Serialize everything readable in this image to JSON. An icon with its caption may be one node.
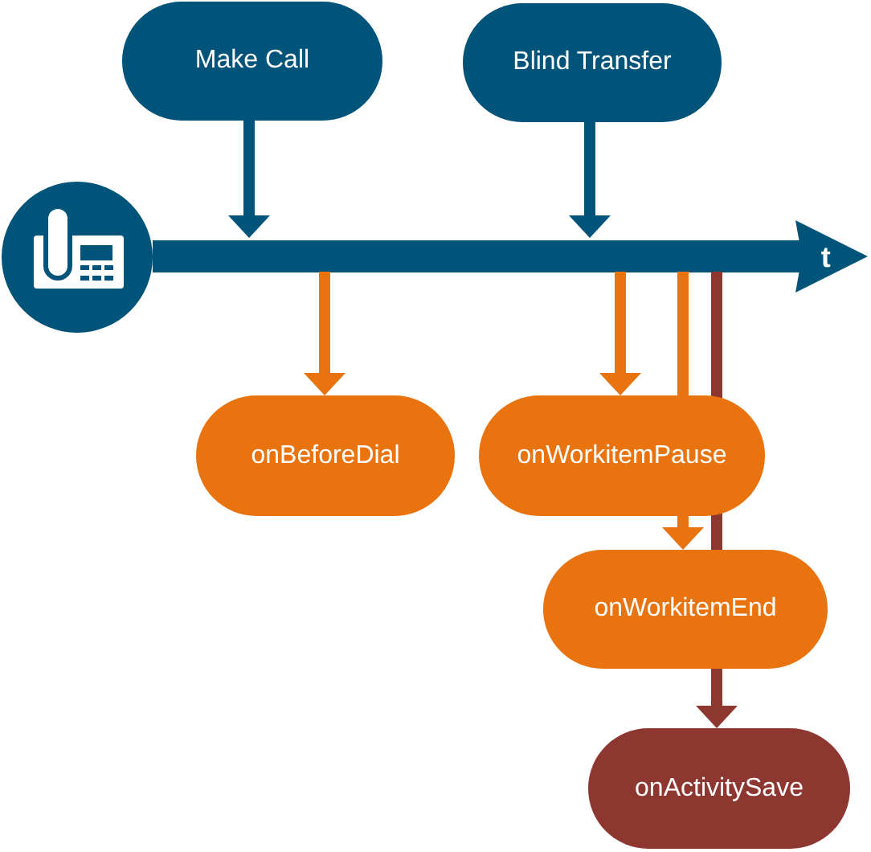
{
  "diagram": {
    "nodes": [
      {
        "text": [],
        "shape": "picture"
      },
      {
        "text": [
          "Make Call"
        ]
      },
      {
        "text": [
          "Blind Transfer"
        ]
      },
      {
        "text": [
          "onBeforeDial"
        ]
      },
      {
        "text": [
          "onWorkitemPause"
        ]
      },
      {
        "text": [
          "onWorkitemEnd"
        ]
      },
      {
        "text": [
          "onActivitySave"
        ]
      }
    ],
    "edges": [
      {
        "from": 0,
        "to": null,
        "arrow": "to",
        "label": "t",
        "style": "thick",
        "color": "#005479"
      },
      {
        "from": 1,
        "to": null,
        "arrow": "to",
        "color": "#005479"
      },
      {
        "from": 2,
        "to": null,
        "arrow": "to",
        "color": "#005479"
      },
      {
        "from": null,
        "to": 3,
        "arrow": "to",
        "color": "#e9730f"
      },
      {
        "from": null,
        "to": 4,
        "arrow": "to",
        "color": "#e9730f"
      },
      {
        "from": null,
        "to": 5,
        "arrow": "to",
        "color": "#e9730f"
      },
      {
        "from": null,
        "to": 6,
        "arrow": "to",
        "color": "#8e3731"
      }
    ]
  }
}
